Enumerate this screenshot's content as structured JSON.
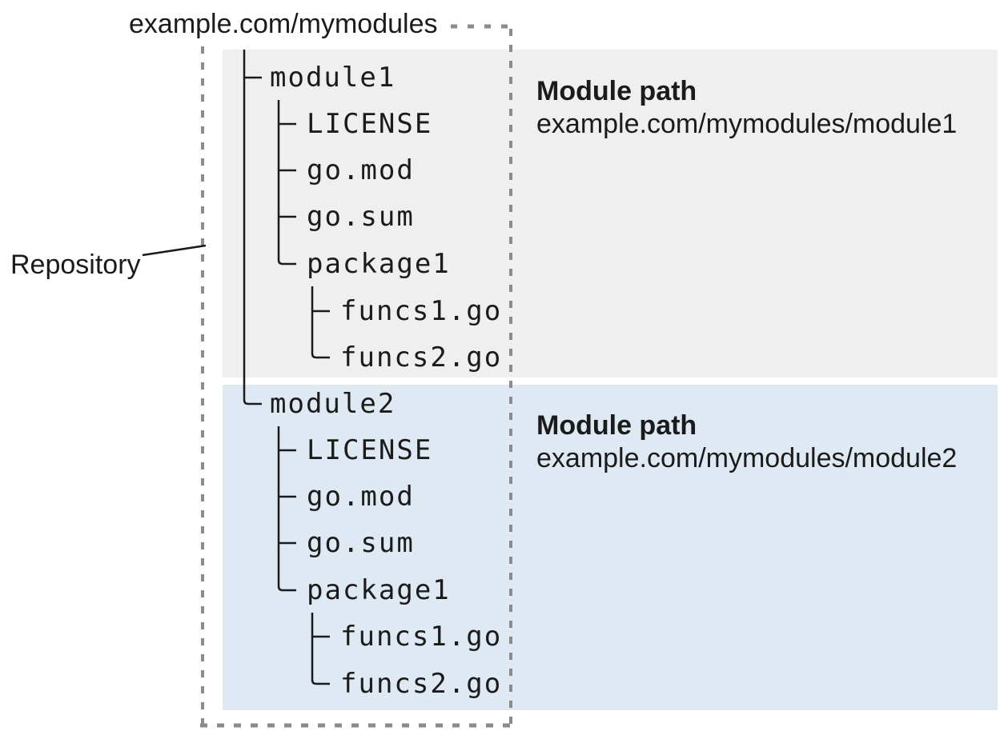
{
  "repo": {
    "title": "example.com/mymodules",
    "side_label": "Repository"
  },
  "modules": [
    {
      "name": "module1",
      "files": [
        "LICENSE",
        "go.mod",
        "go.sum"
      ],
      "package": "package1",
      "package_files": [
        "funcs1.go",
        "funcs2.go"
      ],
      "annotation": {
        "heading": "Module path",
        "path": "example.com/mymodules/module1"
      }
    },
    {
      "name": "module2",
      "files": [
        "LICENSE",
        "go.mod",
        "go.sum"
      ],
      "package": "package1",
      "package_files": [
        "funcs1.go",
        "funcs2.go"
      ],
      "annotation": {
        "heading": "Module path",
        "path": "example.com/mymodules/module2"
      }
    }
  ],
  "colors": {
    "module1_panel": "#efefef",
    "module2_panel": "#dfe9f3",
    "dotted_border": "#8b8b8b",
    "tree_lines": "#1b1b1b",
    "text": "#1b1b1b"
  }
}
